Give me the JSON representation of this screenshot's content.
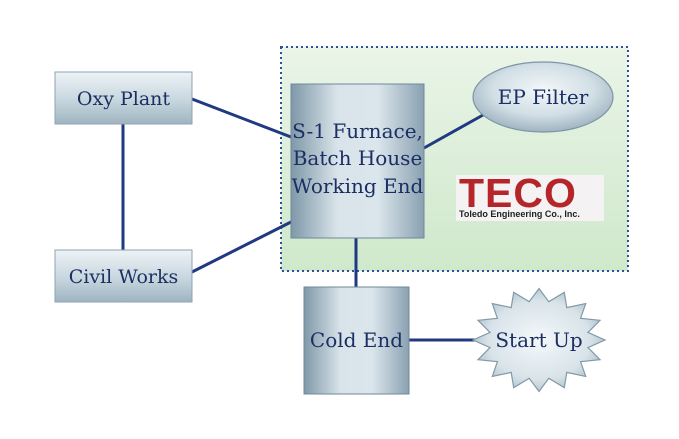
{
  "diagram": {
    "nodes": {
      "oxy_plant": "Oxy Plant",
      "civil_works": "Civil Works",
      "furnace": [
        "S-1 Furnace,",
        "Batch House",
        "Working End"
      ],
      "ep_filter": "EP Filter",
      "cold_end": "Cold End",
      "start_up": "Start Up"
    },
    "logo": {
      "wordmark": "TECO",
      "company": "Toledo Engineering Co., Inc."
    }
  },
  "colors": {
    "box_fill_light": "#e6eef2",
    "box_fill_dark": "#a3b8c4",
    "connector": "#1f3a80",
    "group_fill": "#d6ecd2",
    "group_border": "#2d4f9f",
    "text": "#1c2f63",
    "logo_red": "#b5262b"
  }
}
